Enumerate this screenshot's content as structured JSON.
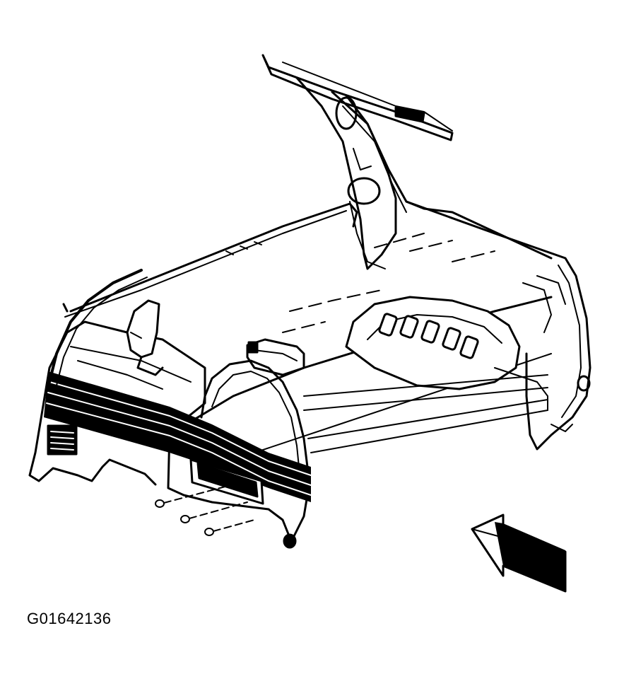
{
  "figure": {
    "id_label": "G01642136"
  },
  "colors": {
    "ink": "#000000",
    "paper": "#ffffff"
  },
  "parts": [
    "quarter-inner-panel",
    "rear-pillar",
    "roof-rail-flange",
    "floor-panel",
    "rear-wheelhouse",
    "rear-end-panel",
    "left-wheelhouse-arch",
    "trim-panel-slots",
    "upper-rear-arch-molding",
    "retaining-fasteners",
    "direction-arrow"
  ],
  "fasteners_count": 3
}
